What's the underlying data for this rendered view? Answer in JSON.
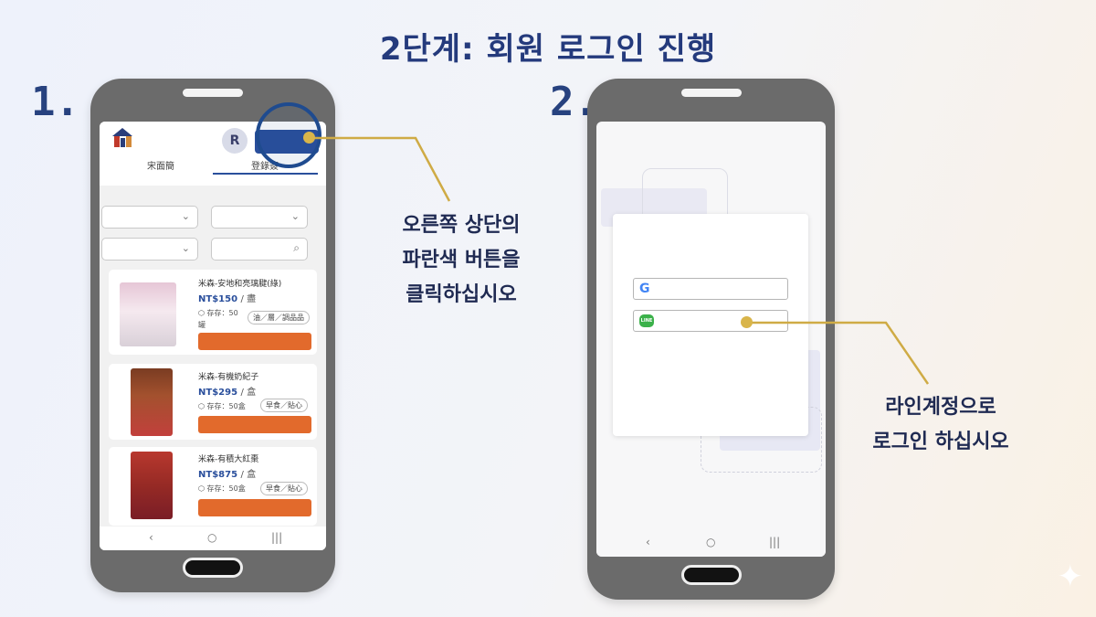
{
  "title": "2단계: 회원 로그인 진행",
  "steps": [
    {
      "number": "1."
    },
    {
      "number": "2."
    }
  ],
  "phone1": {
    "avatar_letter": "R",
    "tabs": [
      "宋面簡",
      "登錄簽"
    ],
    "products": [
      {
        "name": "米森-安地和亮璃腱(綠)",
        "price": "NT$150",
        "unit": "/ 盡",
        "stock": "存存：50",
        "stock_extra": "罐",
        "tag": "油／層／調品品"
      },
      {
        "name": "米森-有機奶紀子",
        "price": "NT$295",
        "unit": "/ 盒",
        "stock": "存存：50盒",
        "tag": "早食／貼心"
      },
      {
        "name": "米森-有積大紅棗",
        "price": "NT$875",
        "unit": "/ 盒",
        "stock": "存存：50盒",
        "tag": "早食／貼心"
      }
    ],
    "nav": [
      "‹",
      "○",
      "|||"
    ]
  },
  "phone2": {
    "line_label": "LINE",
    "nav": [
      "‹",
      "○",
      "|||"
    ]
  },
  "callout1": [
    "오른쪽 상단의",
    "파란색 버튼을",
    "클릭하십시오"
  ],
  "callout2": [
    "라인계정으로",
    "로그인 하십시오"
  ],
  "colors": {
    "accent": "#2a4f9c",
    "highlight": "#d9b54a",
    "order_button": "#e26a2c",
    "line_green": "#3bb14a"
  }
}
